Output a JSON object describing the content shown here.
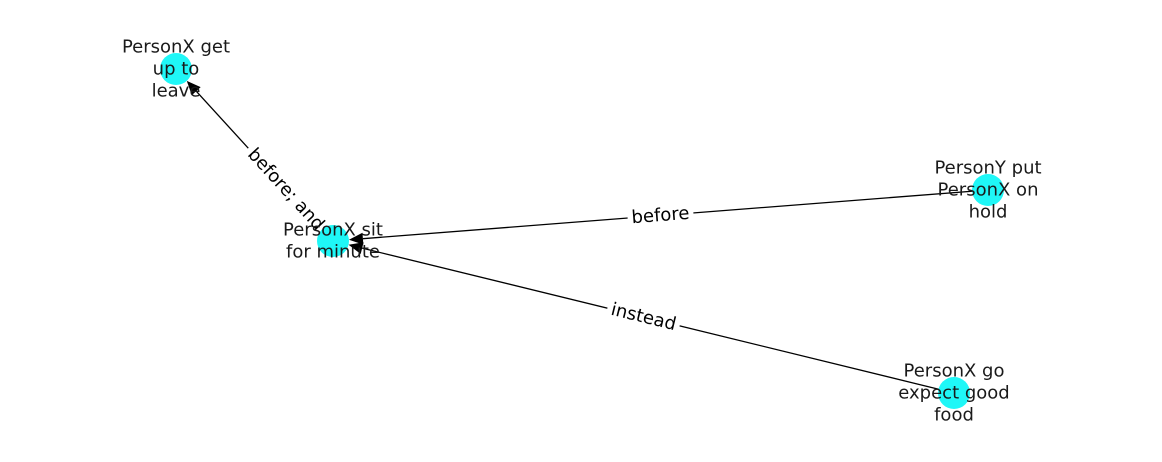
{
  "colors": {
    "node_fill": "#1ff7f7",
    "edge": "#000000",
    "text": "#1a1a1a",
    "background": "#ffffff"
  },
  "nodes": [
    {
      "id": "get-up",
      "lines": [
        "PersonX get",
        "up to",
        "leave"
      ]
    },
    {
      "id": "sit",
      "lines": [
        "PersonX sit",
        "for minute"
      ]
    },
    {
      "id": "hold",
      "lines": [
        "PersonY put",
        "PersonX on",
        "hold"
      ]
    },
    {
      "id": "go",
      "lines": [
        "PersonX go",
        "expect good",
        "food"
      ]
    }
  ],
  "edges": [
    {
      "source": "sit",
      "target": "get-up",
      "label": "before; and"
    },
    {
      "source": "hold",
      "target": "sit",
      "label": "before"
    },
    {
      "source": "go",
      "target": "sit",
      "label": "instead"
    }
  ]
}
